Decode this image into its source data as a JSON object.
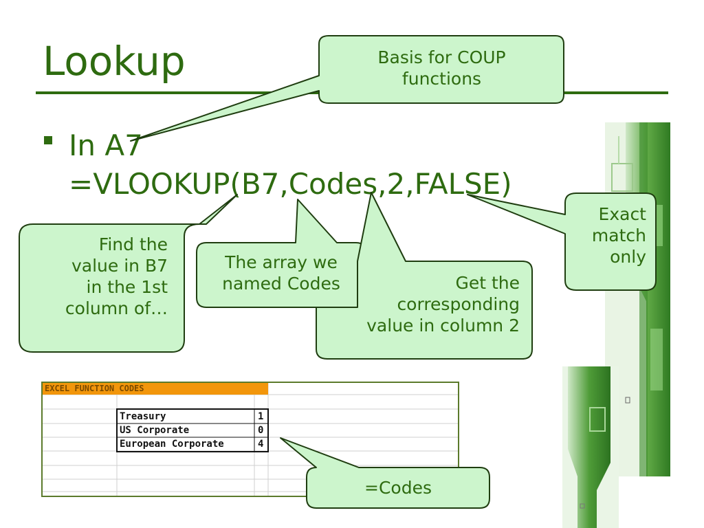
{
  "slide": {
    "title": "Lookup",
    "bullet_line1": "In A7",
    "formula": {
      "eq": "=VLOOKUP(",
      "arg1": "B7",
      "sep1": ",",
      "arg2": "Codes",
      "sep2": ",",
      "arg3": "2",
      "sep3": ",",
      "arg4": "FALSE",
      "close": ")"
    }
  },
  "callouts": {
    "basis": [
      "Basis for COUP",
      "functions"
    ],
    "find": [
      "Find the",
      "value in B7",
      "in the 1st",
      "column of…"
    ],
    "array": [
      "The array we",
      "named Codes"
    ],
    "get": [
      "Get the",
      "corresponding",
      "value in column 2"
    ],
    "exact": [
      "Exact",
      "match",
      "only"
    ],
    "codes": "=Codes"
  },
  "spreadsheet": {
    "header": "EXCEL FUNCTION CODES",
    "rows": [
      {
        "name": "Treasury",
        "code": "1"
      },
      {
        "name": "US Corporate",
        "code": "0"
      },
      {
        "name": "European Corporate",
        "code": "4"
      }
    ]
  },
  "colors": {
    "title_green": "#2e6b10",
    "callout_fill": "#ccf5cc",
    "callout_border": "#1f3d10",
    "sheet_header": "#f2960b"
  }
}
